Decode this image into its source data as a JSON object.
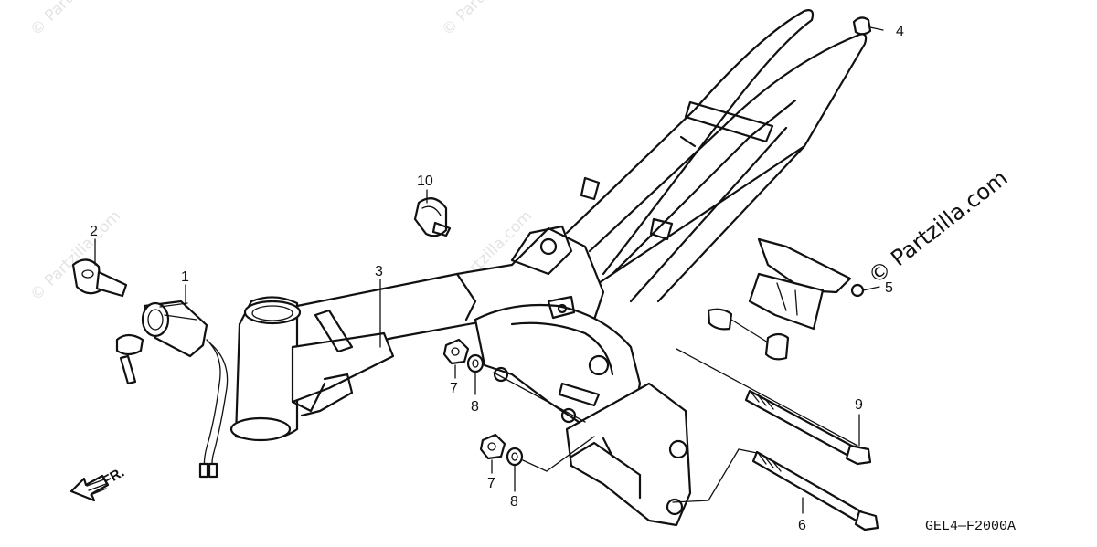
{
  "watermark": {
    "faint_text": "© Partzilla.com",
    "main_text": "© Partzilla.com"
  },
  "callouts": {
    "p1": "1",
    "p2": "2",
    "p3": "3",
    "p4": "4",
    "p5": "5",
    "p6": "6",
    "p7a": "7",
    "p7b": "7",
    "p8a": "8",
    "p8b": "8",
    "p9": "9",
    "p10": "10"
  },
  "direction_label": "FR.",
  "diagram_code": "GEL4—F2000A",
  "colors": {
    "line": "#111111",
    "background": "#ffffff",
    "watermark": "#e4e4e4"
  }
}
